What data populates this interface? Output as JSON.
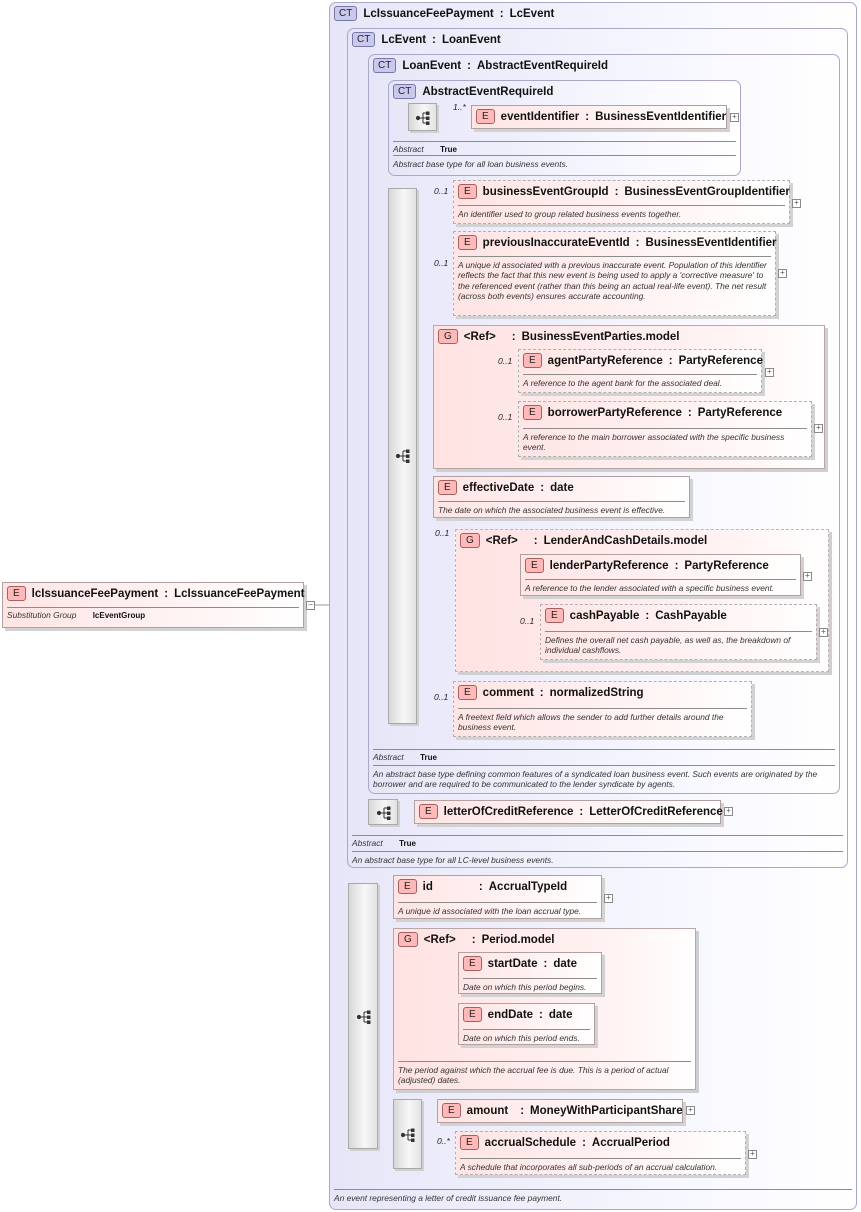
{
  "root_element": {
    "name": "lcIssuanceFeePayment",
    "type": "LcIssuanceFeePayment",
    "substitution_label": "Substitution Group",
    "substitution_value": "lcEventGroup",
    "badge": "E"
  },
  "ct_lcissuance": {
    "badge": "CT",
    "name": "LcIssuanceFeePayment",
    "base": "LcEvent",
    "description": "An event representing a letter of credit issuance fee payment."
  },
  "ct_lcevent": {
    "badge": "CT",
    "name": "LcEvent",
    "base": "LoanEvent",
    "abstract_label": "Abstract",
    "abstract_value": "True",
    "description": "An abstract base type for all LC-level business events."
  },
  "ct_loanevent": {
    "badge": "CT",
    "name": "LoanEvent",
    "base": "AbstractEventRequireId",
    "abstract_label": "Abstract",
    "abstract_value": "True",
    "description": "An abstract base type defining common features of a syndicated loan business event. Such events are originated by the borrower and are required to be communicated to the lender syndicate by agents."
  },
  "ct_abstract": {
    "badge": "CT",
    "name": "AbstractEventRequireId",
    "abstract_label": "Abstract",
    "abstract_value": "True",
    "description": "Abstract base type for all loan business events."
  },
  "el_eventIdentifier": {
    "badge": "E",
    "name": "eventIdentifier",
    "type": "BusinessEventIdentifier",
    "cardinality": "1..*"
  },
  "el_businessEventGroupId": {
    "badge": "E",
    "name": "businessEventGroupId",
    "type": "BusinessEventGroupIdentifier",
    "cardinality": "0..1",
    "description": "An identifier used to group related business events together."
  },
  "el_previousInaccurateEventId": {
    "badge": "E",
    "name": "previousInaccurateEventId",
    "type": "BusinessEventIdentifier",
    "cardinality": "0..1",
    "description": "A unique id associated with a previous inaccurate event. Population of this identifier reflects the fact that this new event is being used to apply a 'corrective measure' to the referenced event (rather than this being an actual real-life event). The net result (across both events) ensures accurate accounting."
  },
  "grp_businessEventParties": {
    "badge": "G",
    "ref": "<Ref>",
    "name": "BusinessEventParties.model"
  },
  "el_agentPartyReference": {
    "badge": "E",
    "name": "agentPartyReference",
    "type": "PartyReference",
    "cardinality": "0..1",
    "description": "A reference to the agent bank for the associated deal."
  },
  "el_borrowerPartyReference": {
    "badge": "E",
    "name": "borrowerPartyReference",
    "type": "PartyReference",
    "cardinality": "0..1",
    "description": "A reference to the main borrower associated with the specific business event."
  },
  "el_effectiveDate": {
    "badge": "E",
    "name": "effectiveDate",
    "type": "date",
    "description": "The date on which the associated business event is effective."
  },
  "grp_lenderAndCash": {
    "badge": "G",
    "ref": "<Ref>",
    "name": "LenderAndCashDetails.model",
    "cardinality": "0..1"
  },
  "el_lenderPartyReference": {
    "badge": "E",
    "name": "lenderPartyReference",
    "type": "PartyReference",
    "description": "A reference to the lender associated with a specific business event."
  },
  "el_cashPayable": {
    "badge": "E",
    "name": "cashPayable",
    "type": "CashPayable",
    "cardinality": "0..1",
    "description": "Defines the overall net cash payable, as well as, the breakdown of individual cashflows."
  },
  "el_comment": {
    "badge": "E",
    "name": "comment",
    "type": "normalizedString",
    "cardinality": "0..1",
    "description": "A freetext field which allows the sender to add further details around the business event."
  },
  "el_letterOfCreditReference": {
    "badge": "E",
    "name": "letterOfCreditReference",
    "type": "LetterOfCreditReference"
  },
  "el_id": {
    "badge": "E",
    "name": "id",
    "type": "AccrualTypeId",
    "description": "A unique id associated with the loan accrual type."
  },
  "grp_period": {
    "badge": "G",
    "ref": "<Ref>",
    "name": "Period.model",
    "description": "The period against which the accrual fee is due. This is a period of actual (adjusted) dates."
  },
  "el_startDate": {
    "badge": "E",
    "name": "startDate",
    "type": "date",
    "description": "Date on which this period begins."
  },
  "el_endDate": {
    "badge": "E",
    "name": "endDate",
    "type": "date",
    "description": "Date on which this period ends."
  },
  "el_amount": {
    "badge": "E",
    "name": "amount",
    "type": "MoneyWithParticipantShare"
  },
  "el_accrualSchedule": {
    "badge": "E",
    "name": "accrualSchedule",
    "type": "AccrualPeriod",
    "cardinality": "0..*",
    "description": "A schedule that incorporates all sub-periods of an accrual calculation."
  }
}
